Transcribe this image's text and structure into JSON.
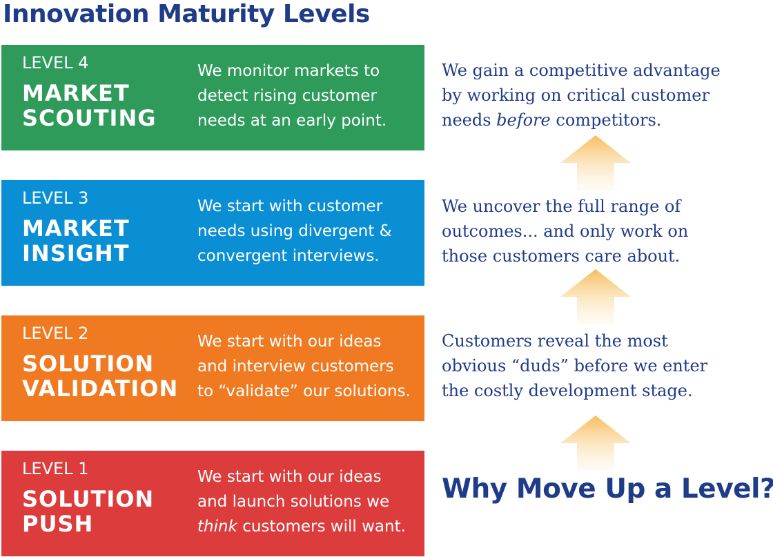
{
  "title": "Innovation Maturity Levels",
  "levels": [
    {
      "number": "LEVEL 4",
      "name": [
        "MARKET",
        "SCOUTING"
      ],
      "desc": [
        "We monitor markets to",
        "detect rising customer",
        "needs at an early point."
      ],
      "color": "#2e9b5b"
    },
    {
      "number": "LEVEL 3",
      "name": [
        "MARKET",
        "INSIGHT"
      ],
      "desc": [
        "We start with customer",
        "needs using divergent &",
        "convergent interviews."
      ],
      "color": "#0b8fd4"
    },
    {
      "number": "LEVEL 2",
      "name": [
        "SOLUTION",
        "VALIDATION"
      ],
      "desc": [
        "We start with our ideas",
        "and interview customers",
        "to “validate” our solutions."
      ],
      "color": "#f07a21"
    },
    {
      "number": "LEVEL 1",
      "name": [
        "SOLUTION",
        "PUSH"
      ],
      "desc": [
        "We start with our ideas",
        "and launch solutions we"
      ],
      "desc_last_em": "think",
      "desc_last_rest": " customers will want.",
      "color": "#dd3c3c"
    }
  ],
  "benefits": {
    "level4": {
      "line1": "We gain a competitive advantage",
      "line2": "by working on critical customer",
      "line3_pre": "needs ",
      "line3_em": "before",
      "line3_post": " competitors."
    },
    "level3": [
      "We uncover the full range of",
      "outcomes... and only work on",
      "those customers care about."
    ],
    "level2": [
      "Customers reveal the most",
      "obvious “duds” before we enter",
      "the costly development stage."
    ]
  },
  "footer": "Why Move Up a Level?",
  "colors": {
    "title": "#1f3c88",
    "arrow": "#f7c46b"
  }
}
